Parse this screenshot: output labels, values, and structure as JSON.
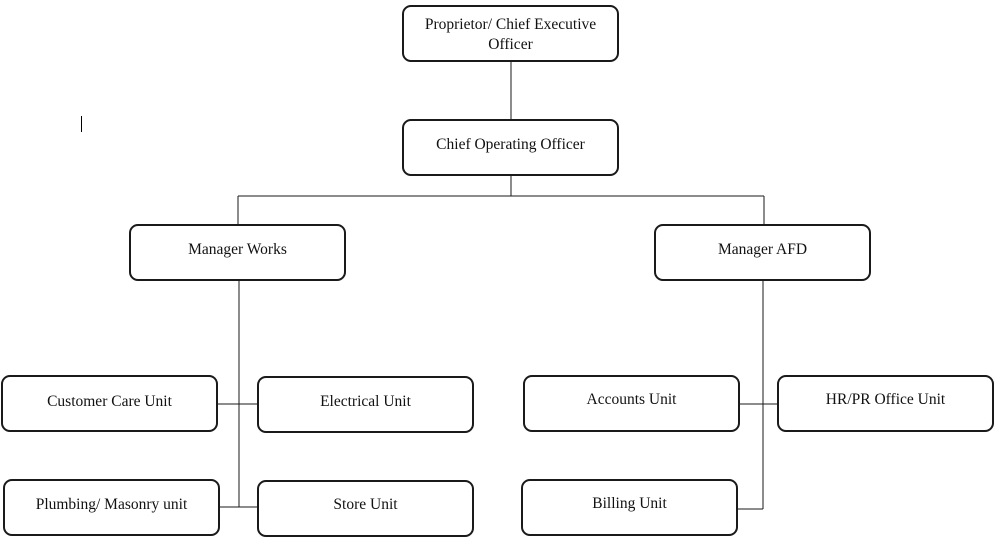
{
  "org_chart": {
    "ceo": "Proprietor/ Chief Executive Officer",
    "coo": "Chief Operating Officer",
    "manager_works": "Manager Works",
    "manager_afd": "Manager AFD",
    "works_units": {
      "customer_care": "Customer Care Unit",
      "electrical": "Electrical Unit",
      "plumbing": "Plumbing/ Masonry unit",
      "store": "Store Unit"
    },
    "afd_units": {
      "accounts": "Accounts Unit",
      "hr_pr": "HR/PR Office Unit",
      "billing": "Billing Unit"
    }
  },
  "colors": {
    "line": "#1a1a1a",
    "box_border": "#1a1a1a",
    "background": "#ffffff"
  }
}
